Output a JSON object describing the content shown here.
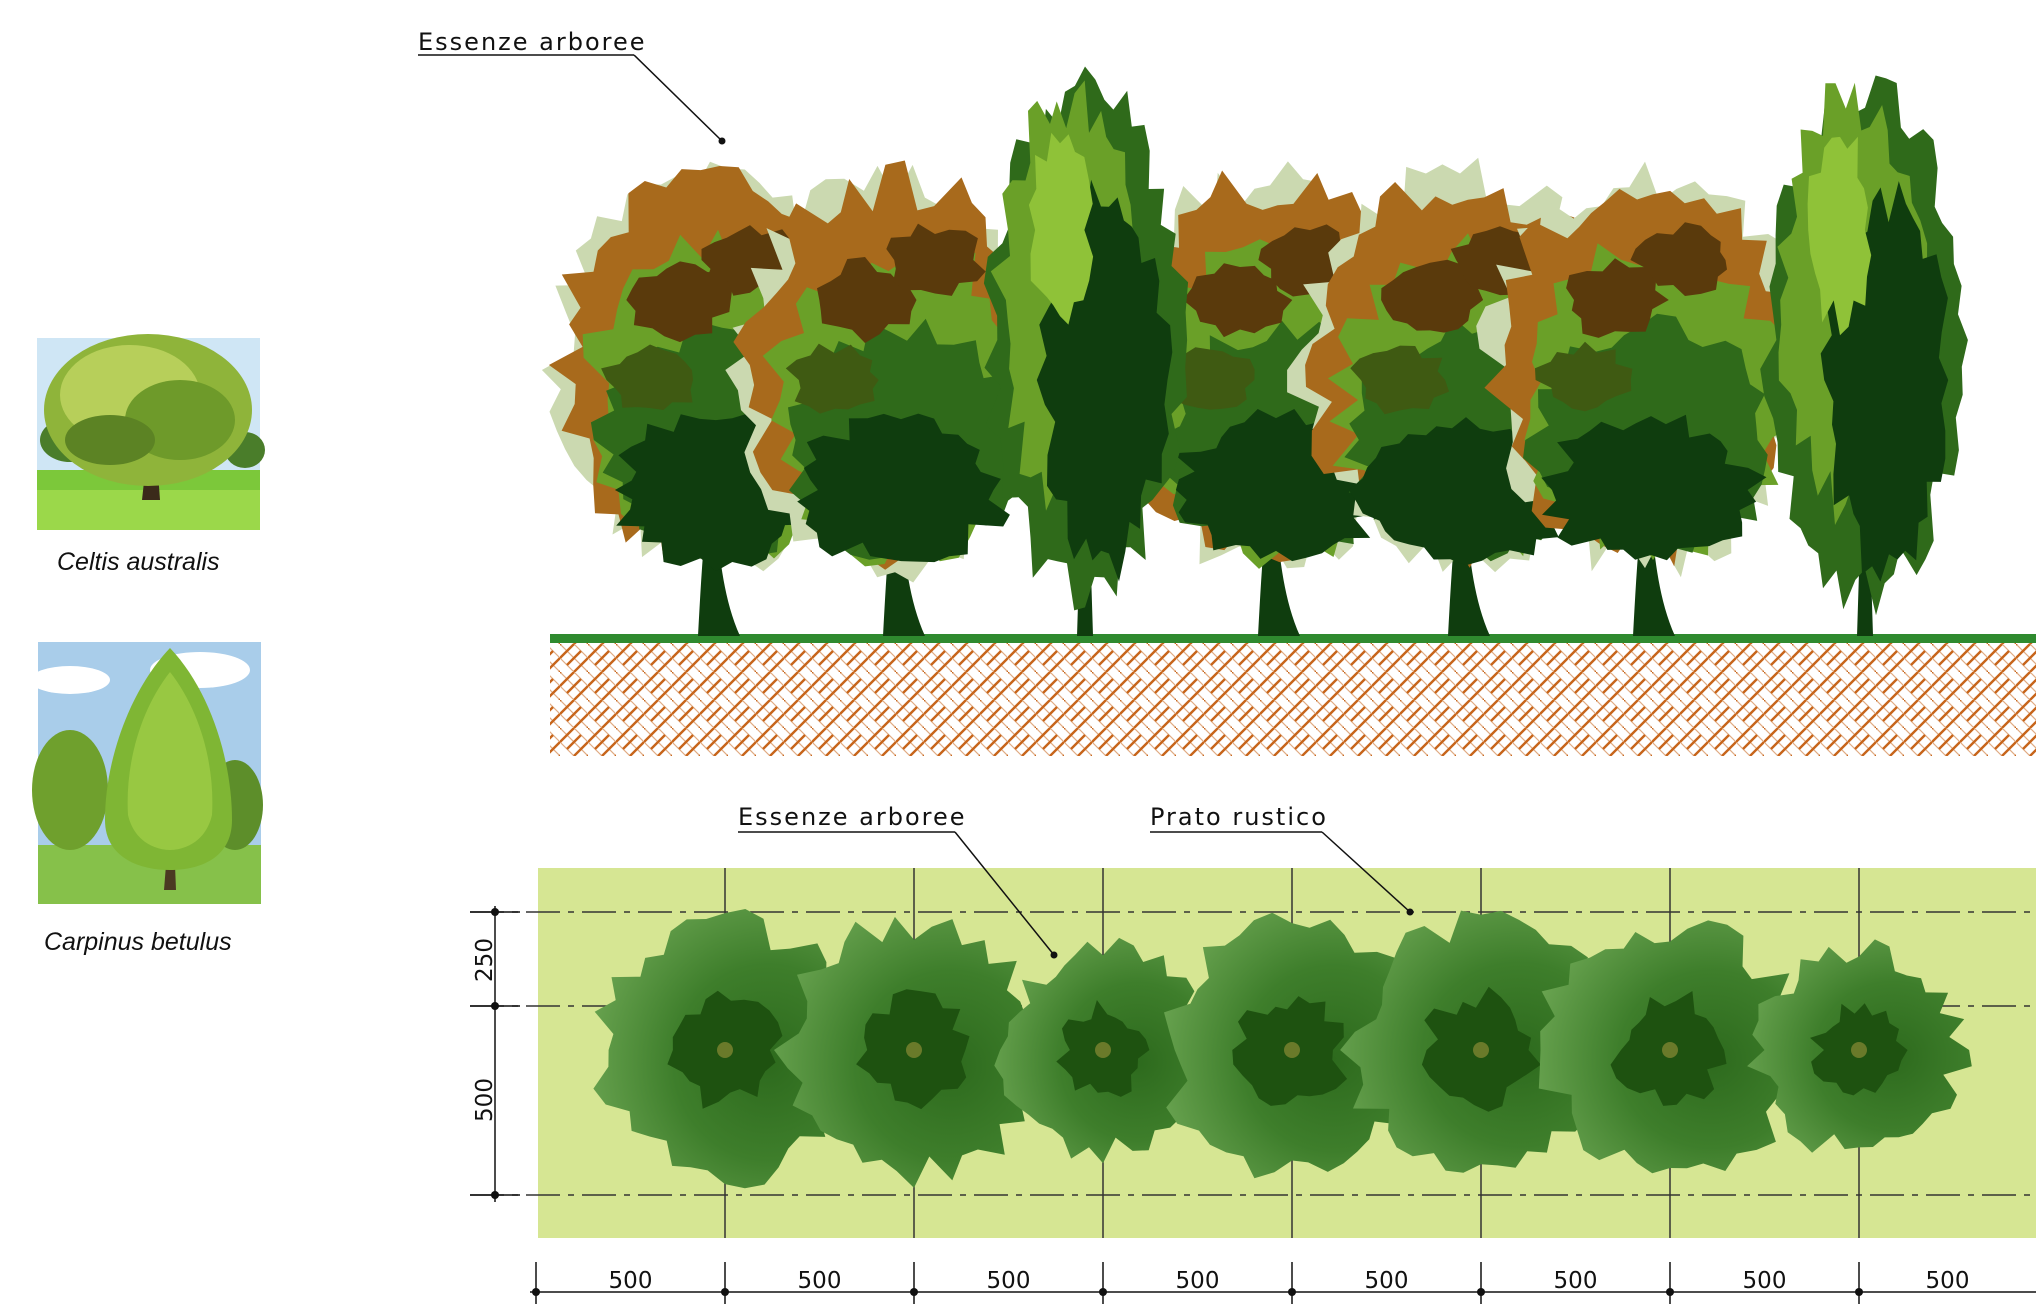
{
  "species": [
    {
      "caption": "Celtis australis",
      "photo": "photo-of-celtis-australis-tree"
    },
    {
      "caption": "Carpinus betulus",
      "photo": "photo-of-carpinus-betulus-tree"
    }
  ],
  "elevation": {
    "callout_label": "Essenze arboree"
  },
  "plan": {
    "callout_trees": "Essenze arboree",
    "callout_lawn": "Prato rustico",
    "vertical_dims": [
      "250",
      "500"
    ],
    "horizontal_dims": [
      "500",
      "500",
      "500",
      "500",
      "500",
      "500",
      "500",
      "500"
    ]
  },
  "colors": {
    "lawn": "#d6e693",
    "ground_line": "#2f8a2f",
    "soil_hatch": "#c7651b",
    "canopy_plan_dark": "#1e5210",
    "canopy_plan_light": "#5e9a4a",
    "foliage_dark": "#0f3d0e",
    "foliage_mid": "#2f6a1a",
    "foliage_light": "#6aa028",
    "foliage_autumn": "#a86a1c"
  }
}
